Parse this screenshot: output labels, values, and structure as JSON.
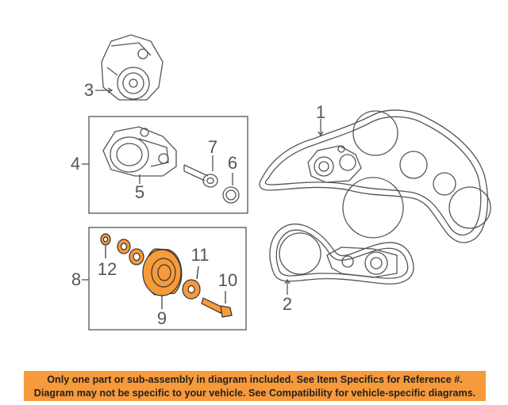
{
  "callouts": {
    "c1": "1",
    "c2": "2",
    "c3": "3",
    "c4": "4",
    "c5": "5",
    "c6": "6",
    "c7": "7",
    "c8": "8",
    "c9": "9",
    "c10": "10",
    "c11": "11",
    "c12": "12"
  },
  "notice": {
    "line1": "Only one part or sub-assembly in diagram included. See Item Specifics for Reference #.",
    "line2": "Diagram may not be specific to your vehicle. See Compatibility for vehicle-specific diagrams."
  },
  "colors": {
    "highlight": "#f79a3b",
    "line": "#555555"
  }
}
